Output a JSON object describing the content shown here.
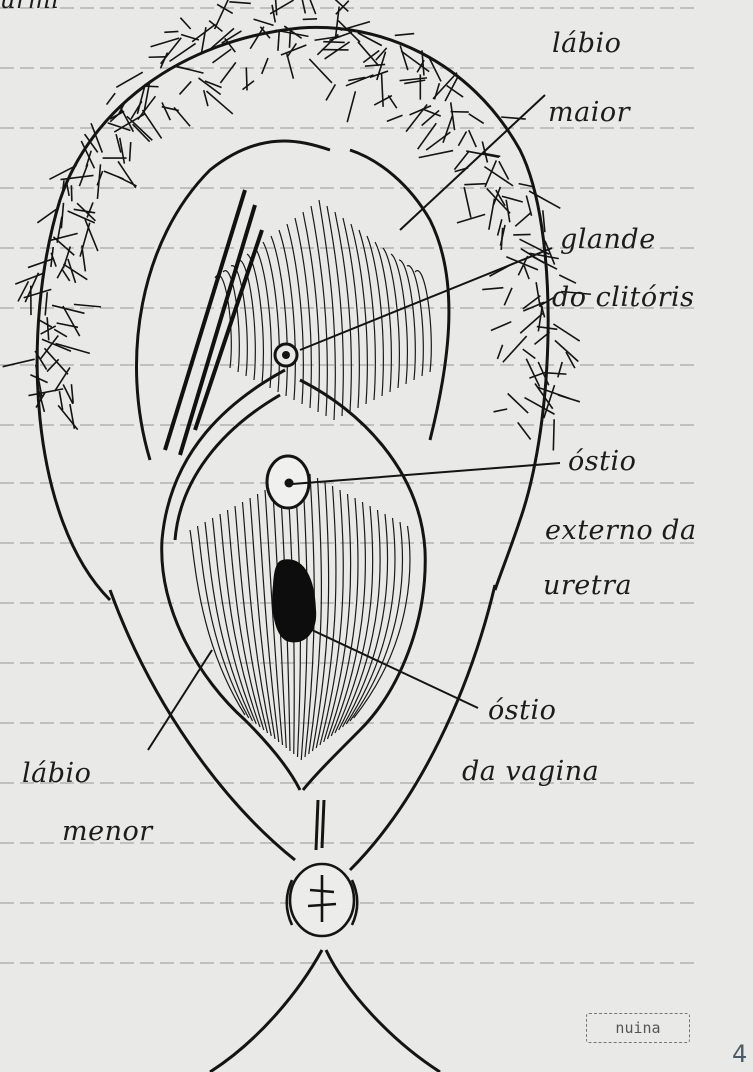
{
  "page": {
    "top_fragment": "urmi",
    "page_number": "4",
    "stamp_text": "nuina"
  },
  "labels": {
    "labio_maior_1": "lábio",
    "labio_maior_2": "maior",
    "glande_1": "glande",
    "glande_2": "do clitóris",
    "ostio_uretra_1": "óstio",
    "ostio_uretra_2": "externo da",
    "ostio_uretra_3": "uretra",
    "ostio_vagina_1": "óstio",
    "ostio_vagina_2": "da vagina",
    "labio_menor_1": "lábio",
    "labio_menor_2": "menor"
  },
  "colors": {
    "paper": "#e9e9e7",
    "ink": "#141414",
    "rule": "#a9a9a9"
  }
}
